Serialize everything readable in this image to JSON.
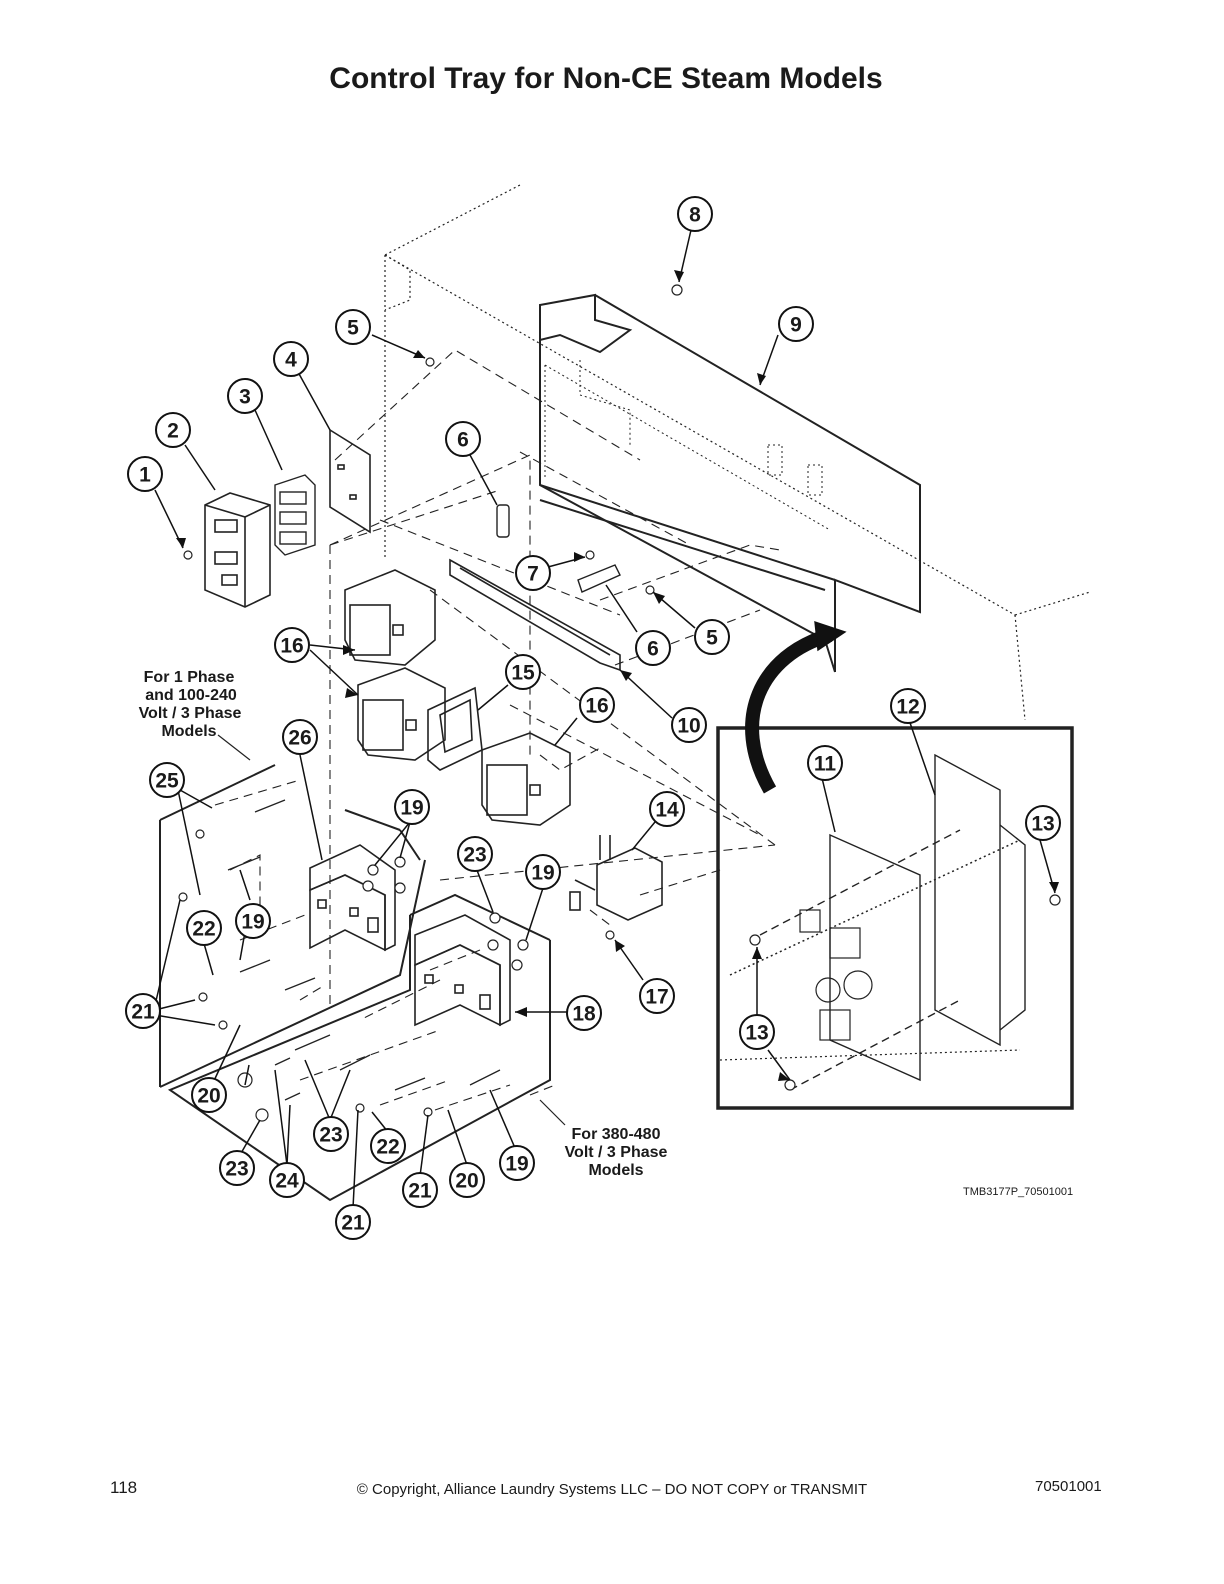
{
  "page": {
    "title": "Control Tray for Non-CE Steam Models",
    "page_number": "118",
    "copyright": "© Copyright, Alliance Laundry Systems LLC – DO NOT COPY or TRANSMIT",
    "document_number": "70501001"
  },
  "diagram": {
    "figure_code": "TMB3177P_70501001",
    "notes": {
      "single_phase": [
        "For 1 Phase",
        "and 100-240",
        "Volt / 3 Phase",
        "Models"
      ],
      "three_phase": [
        "For 380-480",
        "Volt / 3 Phase",
        "Models"
      ]
    },
    "callouts": [
      "1",
      "2",
      "3",
      "4",
      "5",
      "6",
      "7",
      "8",
      "9",
      "10",
      "11",
      "12",
      "13",
      "14",
      "15",
      "16",
      "17",
      "18",
      "19",
      "20",
      "21",
      "22",
      "23",
      "24",
      "25",
      "26"
    ]
  }
}
